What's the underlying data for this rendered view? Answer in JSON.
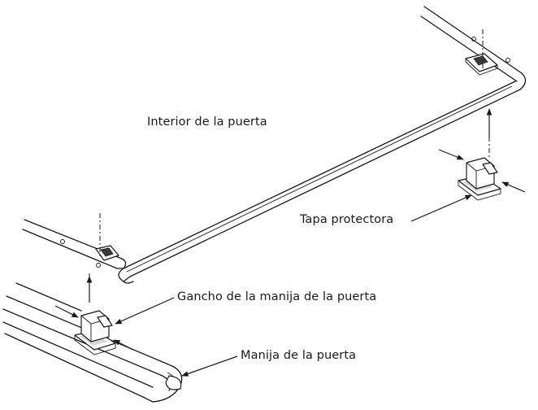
{
  "labels": {
    "interior": "Interior de la puerta",
    "tapa": "Tapa protectora",
    "gancho": "Gancho de la manija de la puerta",
    "manija": "Manija de la puerta"
  }
}
